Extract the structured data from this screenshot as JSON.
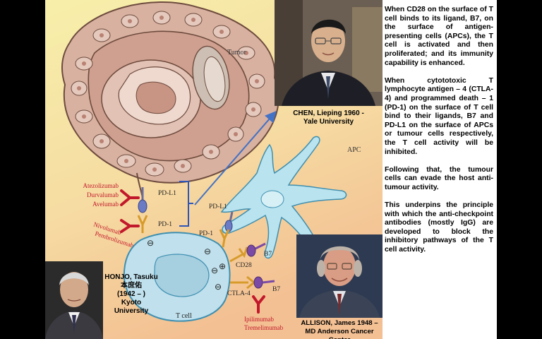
{
  "diagram": {
    "tumor_label": "Tumor",
    "apc_label": "APC",
    "tcell_label": "T cell",
    "pdl1_label": "PD-L1",
    "pd1_label": "PD-1",
    "pdl1_label_apc": "PD-L1",
    "pd1_label_tcell": "PD-1",
    "cd28_label": "CD28",
    "ctla4_label": "CTLA-4",
    "b7_label_top": "B7",
    "b7_label_bottom": "B7",
    "pdl1_drugs": [
      "Atezolizumab",
      "Durvalumab",
      "Avelumab"
    ],
    "pd1_drugs": [
      "Nivolumab",
      "Pembrolizumab"
    ],
    "ctla4_drugs": [
      "Ipilimumab",
      "Tremelimumab"
    ],
    "signs": [
      "⊖",
      "⊖",
      "⊖",
      "⊕",
      "⊖"
    ],
    "colors": {
      "background_yellow": "#f5eca6",
      "background_peach": "#f5c79a",
      "tumor_fill": "#dcb6a6",
      "tcell_fill": "#bfe0ec",
      "apc_fill": "#b9e3ee",
      "drug_red": "#c2182b",
      "arrow_blue": "#4472c4",
      "bracket_blue": "#2e55b8"
    }
  },
  "people": {
    "chen": {
      "caption_line1": "CHEN, Lieping 1960 -",
      "caption_line2": "Yale University"
    },
    "honjo": {
      "caption_lines": [
        "HONJO, Tasuku",
        "本庶佑",
        "(1942 – )",
        "Kyoto",
        "University"
      ]
    },
    "allison": {
      "caption_line1": "ALLISON, James 1948 –",
      "caption_line2": "MD Anderson Cancer Center"
    }
  },
  "text": {
    "p1": "When CD28 on the surface of T cell binds to its ligand, B7, on the surface of antigen-presenting cells (APCs), the T cell is activated and then proliferated; and its immunity capability is enhanced.",
    "p2": "When cytototoxic T lymphocyte antigen – 4 (CTLA-4) and programmed death – 1 (PD-1) on the surface of T cell bind to their ligands, B7 and PD-L1 on the surface of APCs or tumour cells respectively, the T cell activity will be inhibited.",
    "p3": "Following that, the tumour cells can evade the host anti-tumour activity.",
    "p4": "This underpins the principle with which the anti-checkpoint antibodies (mostly IgG) are developed to block the inhibitory pathways of the T cell activity."
  }
}
